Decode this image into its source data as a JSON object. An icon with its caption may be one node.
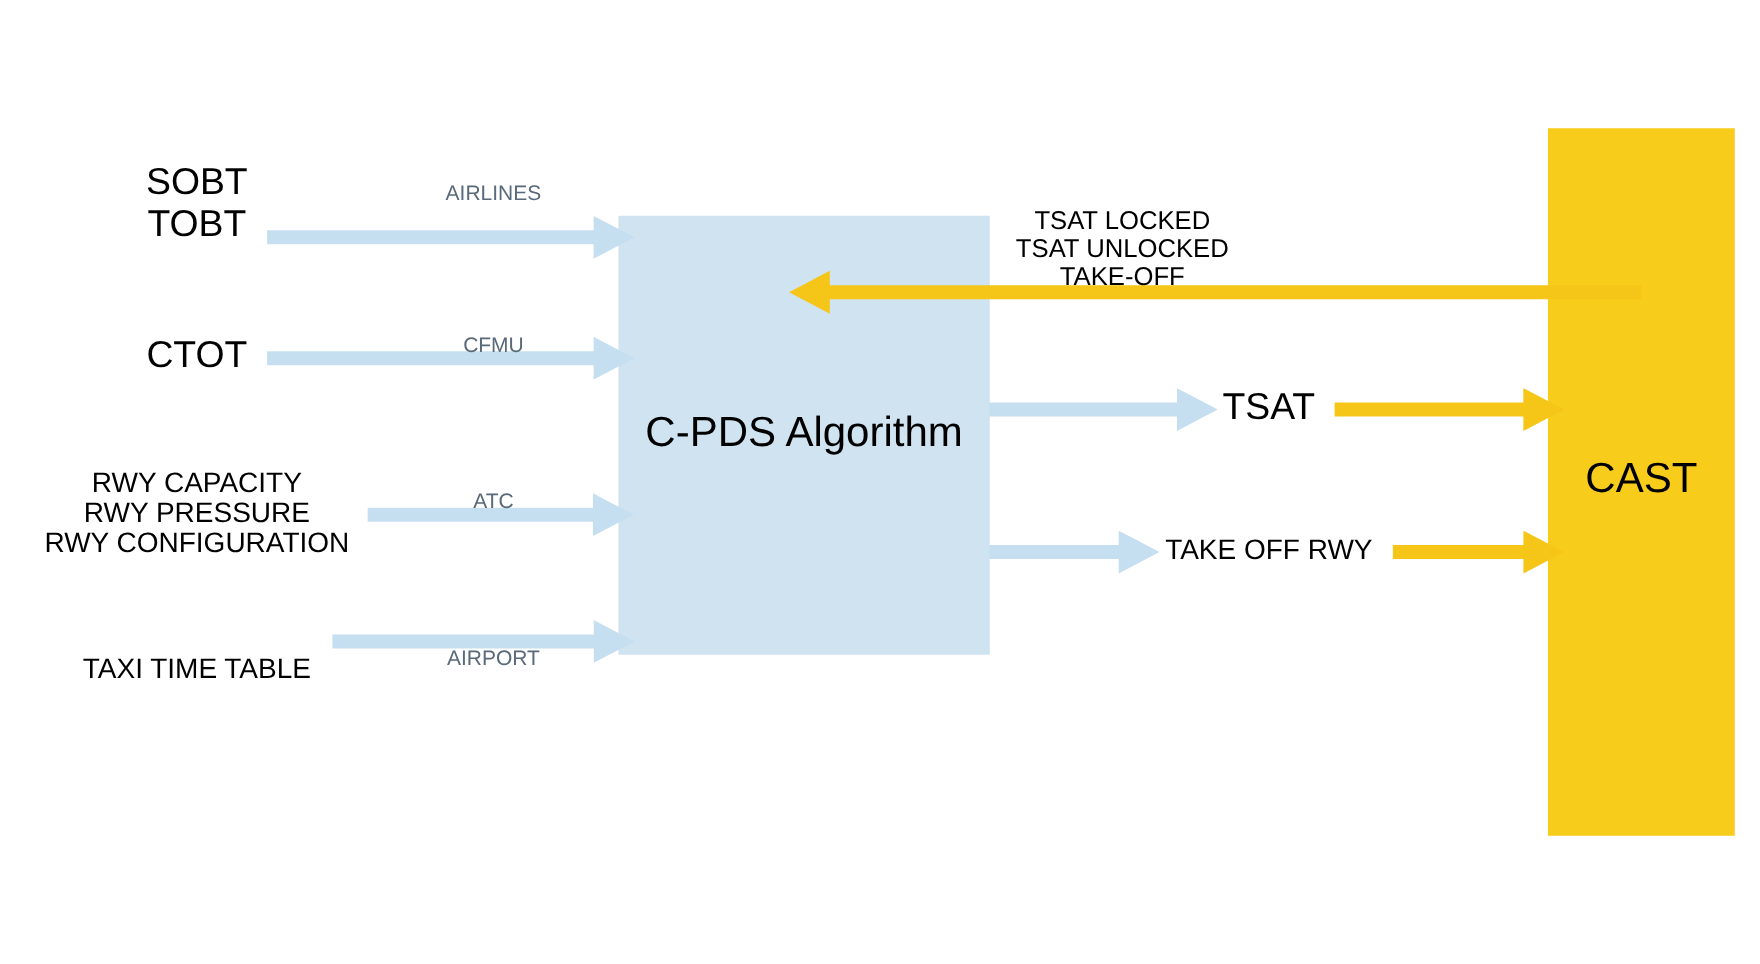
{
  "diagram": {
    "nodes": [
      {
        "text": [
          "SOBT TOBT"
        ]
      },
      {
        "text": [
          "CTOT"
        ]
      },
      {
        "text": [
          "RWY CAPACITY RWY PRESSURE RWY CONFIGURATION"
        ]
      },
      {
        "text": [
          "TAXI TIME TABLE"
        ]
      },
      {
        "text": [
          "C-PDS Algorithm"
        ]
      },
      {
        "text": [
          "TSAT"
        ]
      },
      {
        "text": [
          "TAKE OFF RWY"
        ]
      },
      {
        "text": [
          "CAST"
        ]
      }
    ],
    "edges": [
      {
        "from": 0,
        "to": 4,
        "arrow": "to",
        "label": "AIRLINES"
      },
      {
        "from": 1,
        "to": 4,
        "arrow": "to",
        "label": "CFMU"
      },
      {
        "from": 2,
        "to": 4,
        "arrow": "to",
        "label": "ATC"
      },
      {
        "from": 3,
        "to": 4,
        "arrow": "to",
        "label": "AIRPORT"
      },
      {
        "from": 4,
        "to": 5,
        "arrow": "to"
      },
      {
        "from": 4,
        "to": 6,
        "arrow": "to"
      },
      {
        "from": 5,
        "to": 7,
        "arrow": "to",
        "color": "#f5c518"
      },
      {
        "from": 6,
        "to": 7,
        "arrow": "to",
        "color": "#f5c518"
      },
      {
        "from": 7,
        "to": 4,
        "arrow": "to",
        "label": "TSAT LOCKED TSAT UNLOCKED TAKE-OFF",
        "color": "#f5c518"
      }
    ]
  }
}
